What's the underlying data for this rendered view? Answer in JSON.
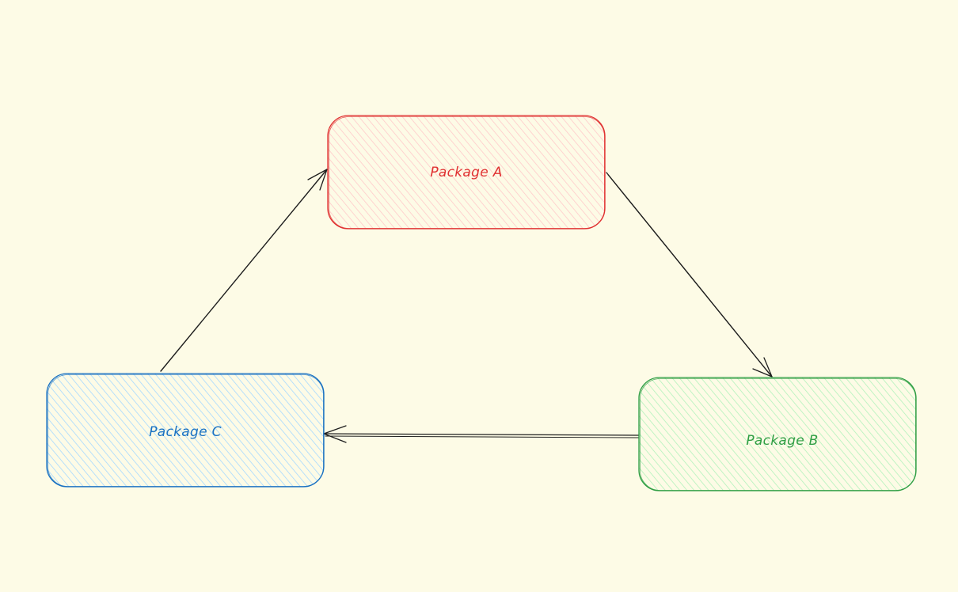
{
  "canvas": {
    "background": "#fdfbe6"
  },
  "nodes": {
    "a": {
      "label": "Package A",
      "stroke": "#e03131",
      "fill": "#ffc9c9",
      "text": "#e03131"
    },
    "b": {
      "label": "Package B",
      "stroke": "#2f9e44",
      "fill": "#b2f2bb",
      "text": "#2f9e44"
    },
    "c": {
      "label": "Package C",
      "stroke": "#1971c2",
      "fill": "#a5d8ff",
      "text": "#1971c2"
    }
  },
  "edges": [
    {
      "from": "a",
      "to": "b"
    },
    {
      "from": "b",
      "to": "c"
    },
    {
      "from": "c",
      "to": "a"
    }
  ],
  "edge_color": "#1e1e1e"
}
